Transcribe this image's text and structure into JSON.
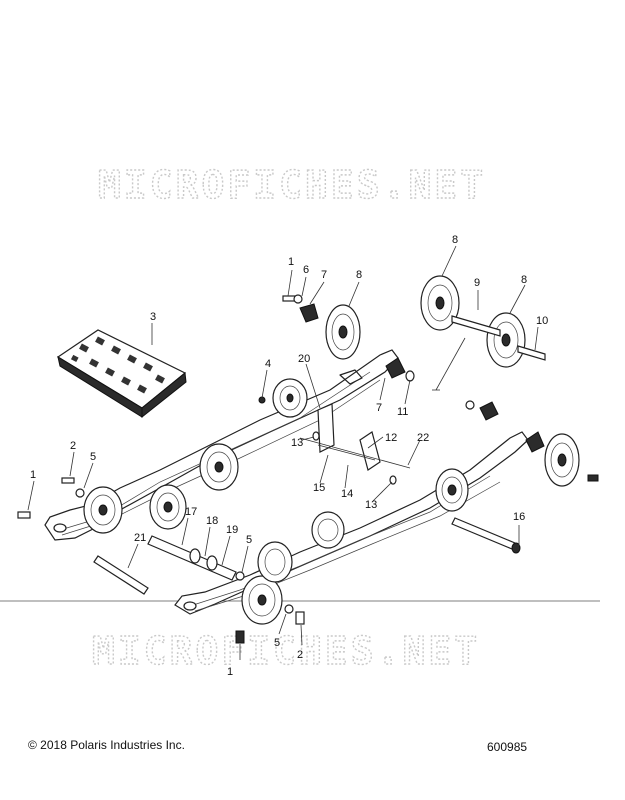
{
  "watermark": "MICROFICHES.NET",
  "footer": {
    "copyright": "© 2018 Polaris Industries Inc.",
    "diagram_code": "600985"
  },
  "callouts": [
    "1",
    "2",
    "3",
    "4",
    "5",
    "6",
    "7",
    "8",
    "9",
    "10",
    "11",
    "12",
    "13",
    "14",
    "15",
    "16",
    "17",
    "18",
    "19",
    "20",
    "21",
    "22"
  ]
}
